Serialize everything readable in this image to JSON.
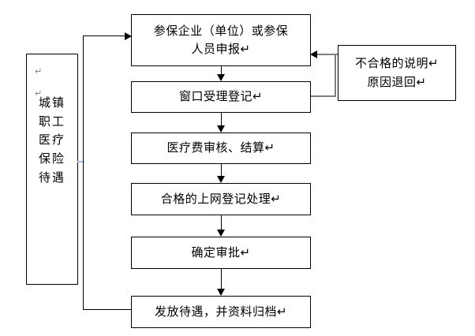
{
  "diagram": {
    "title_box": {
      "label": "城镇\n职工\n医疗\n保险\n待遇",
      "pilcrows": "↵\n↵"
    },
    "nodes": [
      {
        "id": "apply",
        "label": "参保企业（单位）或参保\n人员申报↵"
      },
      {
        "id": "accept",
        "label": "窗口受理登记↵"
      },
      {
        "id": "audit",
        "label": "医疗费审核、结算↵"
      },
      {
        "id": "online",
        "label": "合格的上网登记处理↵"
      },
      {
        "id": "approve",
        "label": "确定审批↵"
      },
      {
        "id": "issue",
        "label": "发放待遇，并资料归档↵"
      },
      {
        "id": "reject",
        "label": "不合格的说明↵\n原因退回↵"
      }
    ],
    "colors": {
      "box_border": "#000000",
      "box_fill": "#ffffff",
      "text": "#000000",
      "flow_line": "#000000",
      "feedback_line": "#7f7f7f",
      "stub_line": "#a8c0dd",
      "pilcrow": "#909090"
    },
    "edges": [
      {
        "from": "title",
        "to": "apply",
        "style": "elbow-arrow"
      },
      {
        "from": "apply",
        "to": "accept",
        "style": "straight-arrow"
      },
      {
        "from": "accept",
        "to": "audit",
        "style": "straight-arrow"
      },
      {
        "from": "audit",
        "to": "online",
        "style": "straight-arrow"
      },
      {
        "from": "online",
        "to": "approve",
        "style": "straight-arrow"
      },
      {
        "from": "approve",
        "to": "issue",
        "style": "straight-arrow"
      },
      {
        "from": "title",
        "to": "issue",
        "style": "elbow"
      },
      {
        "from": "accept",
        "to": "reject",
        "style": "feedback-elbow"
      },
      {
        "from": "reject",
        "to": "apply",
        "style": "feedback-arrow"
      }
    ]
  }
}
